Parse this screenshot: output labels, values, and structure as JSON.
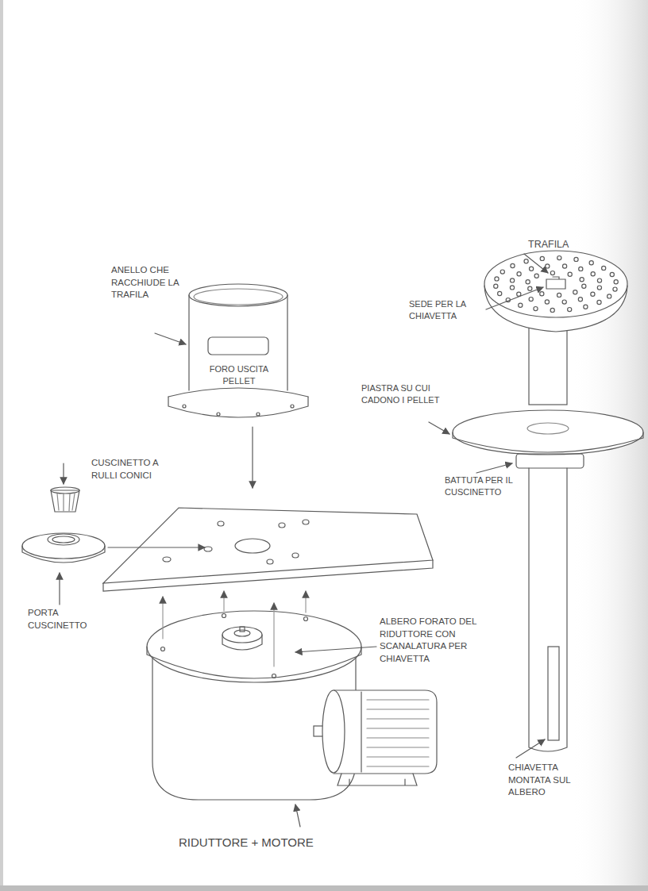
{
  "diagram": {
    "labels": [
      "ANELLO CHE RACCHIUDE LA TRAFILA",
      "FORO USCITA PELLET",
      "CUSCINETTO A RULLI CONICI",
      "PORTA CUSCINETTO",
      "ALBERO FORATO DEL RIDUTTORE CON SCANALATURA PER CHIAVETTA",
      "RIDUTTORE + MOTORE",
      "TRAFILA",
      "SEDE PER LA CHIAVETTA",
      "PIASTRA SU CUI CADONO I PELLET",
      "BATTUTA PER IL CUSCINETTO",
      "CHIAVETTA MONTATA SUL ALBERO"
    ]
  }
}
